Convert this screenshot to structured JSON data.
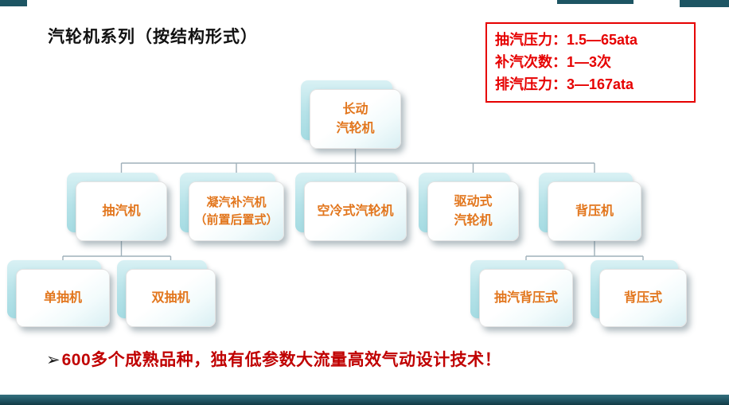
{
  "slide": {
    "title": "汽轮机系列（按结构形式）",
    "footer": {
      "bullet": "➢",
      "text": "600多个成熟品种，独有低参数大流量高效气动设计技术！"
    }
  },
  "info_box": {
    "lines": [
      "抽汽压力：1.5—65ata",
      "补汽次数：1—3次",
      "排汽压力：3—167ata"
    ]
  },
  "tree": {
    "root": {
      "label": "长动\n汽轮机"
    },
    "level2": [
      {
        "label": "抽汽机"
      },
      {
        "label": "凝汽补汽机\n（前置后置式）"
      },
      {
        "label": "空冷式汽轮机"
      },
      {
        "label": "驱动式\n汽轮机"
      },
      {
        "label": "背压机"
      }
    ],
    "level3": [
      {
        "label": "单抽机"
      },
      {
        "label": "双抽机"
      },
      {
        "label": "抽汽背压式"
      },
      {
        "label": "背压式"
      }
    ]
  },
  "colors": {
    "node_text": "#e2761d",
    "node_back": "#b5e2e8",
    "info_red": "#e60000",
    "footer_red": "#c00000",
    "template_teal": "#1d5563",
    "connector_gray": "#9fb0ba"
  }
}
